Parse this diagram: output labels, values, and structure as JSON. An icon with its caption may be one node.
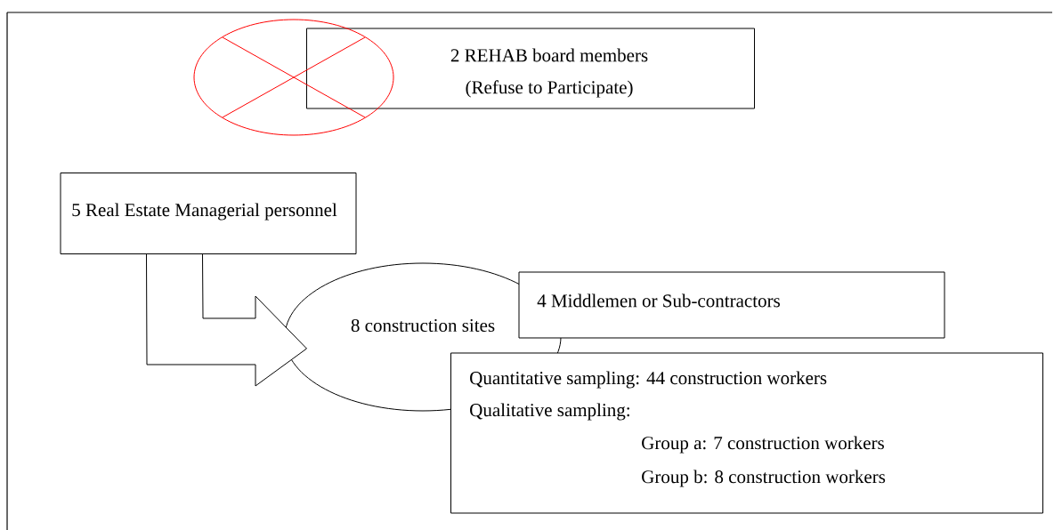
{
  "diagram": {
    "nodes": [
      {
        "text": [],
        "shape": "circle"
      },
      {
        "text": [
          "2 REHAB board members",
          "(Refuse to Participate)"
        ]
      },
      {
        "text": [
          "5 Real Estate Managerial personnel"
        ]
      },
      {
        "text": [
          "8 construction sites"
        ]
      },
      {
        "text": [
          "4 Middlemen or Sub-contractors"
        ]
      },
      {
        "text": [
          "Quantitative sampling: 44 construction workers",
          "Qualitative sampling:",
          "Group a: 7 construction workers",
          "Group b: 8 construction workers"
        ]
      }
    ],
    "edges": [
      {
        "from": 2,
        "to": 3,
        "arrow": "to"
      }
    ]
  }
}
